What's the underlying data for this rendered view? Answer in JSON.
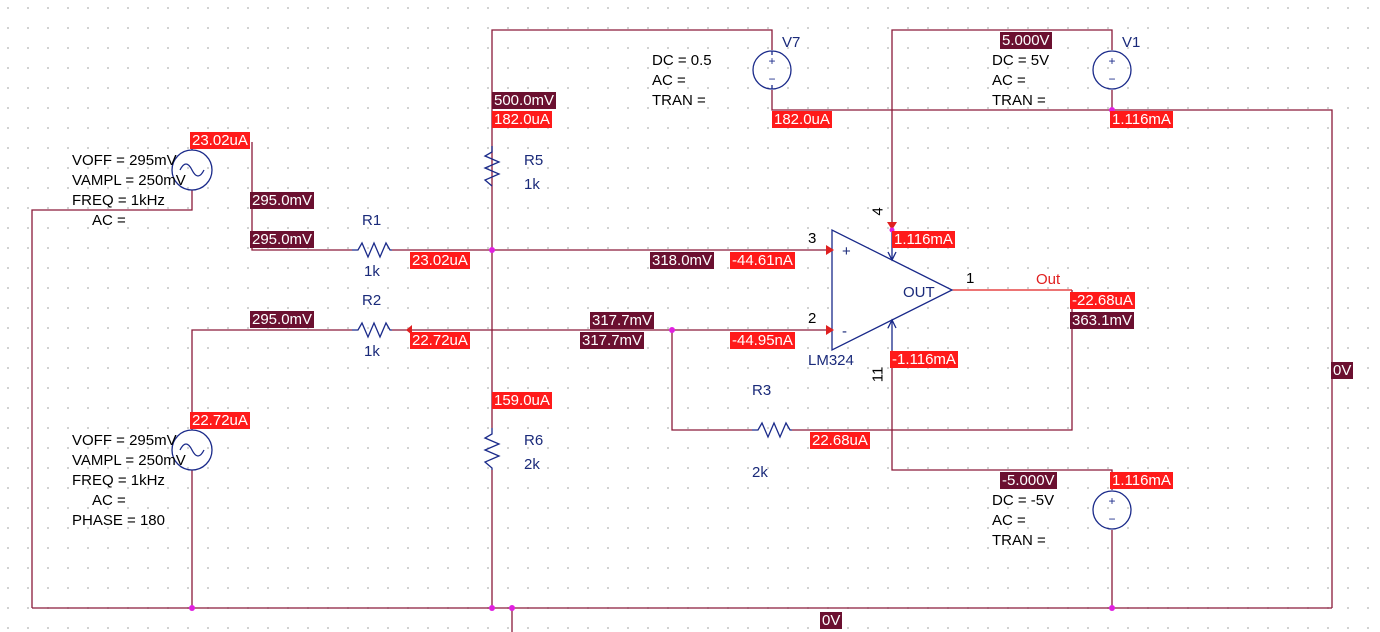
{
  "colors": {
    "wire": "#8a1a3a",
    "component": "#1a2a8a",
    "voltage_label": "#6b1030",
    "current_label": "#ff1a1a",
    "net_label": "#e02020",
    "node": "#e020e0"
  },
  "sources": {
    "v7": {
      "ref": "V7",
      "dc": "DC = 0.5",
      "ac": "AC =",
      "tran": "TRAN ="
    },
    "v1": {
      "ref": "V1",
      "dc": "DC = 5V",
      "ac": "AC =",
      "tran": "TRAN ="
    },
    "vneg": {
      "dc": "DC = -5V",
      "ac": "AC =",
      "tran": "TRAN ="
    },
    "sin1": {
      "voff": "VOFF = 295mV",
      "vampl": "VAMPL = 250mV",
      "freq": "FREQ = 1kHz",
      "ac": "AC ="
    },
    "sin2": {
      "voff": "VOFF = 295mV",
      "vampl": "VAMPL = 250mV",
      "freq": "FREQ = 1kHz",
      "ac": "AC =",
      "phase": "PHASE = 180"
    }
  },
  "resistors": {
    "r1": {
      "ref": "R1",
      "value": "1k"
    },
    "r2": {
      "ref": "R2",
      "value": "1k"
    },
    "r3": {
      "ref": "R3",
      "value": "2k"
    },
    "r5": {
      "ref": "R5",
      "value": "1k"
    },
    "r6": {
      "ref": "R6",
      "value": "2k"
    }
  },
  "opamp": {
    "part": "LM324",
    "out_label": "OUT",
    "plus": "+",
    "minus": "-",
    "pin3": "3",
    "pin2": "2",
    "pin1": "1",
    "pin4": "4",
    "pin11": "11"
  },
  "net_label": "Out",
  "probes": {
    "v_5v": "5.000V",
    "v_500mv": "500.0mV",
    "i_182_r5": "182.0uA",
    "i_182_v7": "182.0uA",
    "i_1116_v1": "1.116mA",
    "i_2302_src": "23.02uA",
    "v_295_a": "295.0mV",
    "v_295_b": "295.0mV",
    "i_2302_node": "23.02uA",
    "v_318": "318.0mV",
    "i_4461": "-44.61nA",
    "i_1116_pin4": "1.116mA",
    "i_2268_out": "-22.68uA",
    "v_3631": "363.1mV",
    "v_295_c": "295.0mV",
    "i_2272_r2": "22.72uA",
    "v_3177_a": "317.7mV",
    "v_3177_b": "317.7mV",
    "i_4495": "-44.95nA",
    "i_1116_pin11": "-1.116mA",
    "v_0v_right": "0V",
    "i_159": "159.0uA",
    "i_2272_src": "22.72uA",
    "i_2268_r3": "22.68uA",
    "v_neg5": "-5.000V",
    "i_1116_neg": "1.116mA",
    "v_0v_bottom": "0V"
  }
}
